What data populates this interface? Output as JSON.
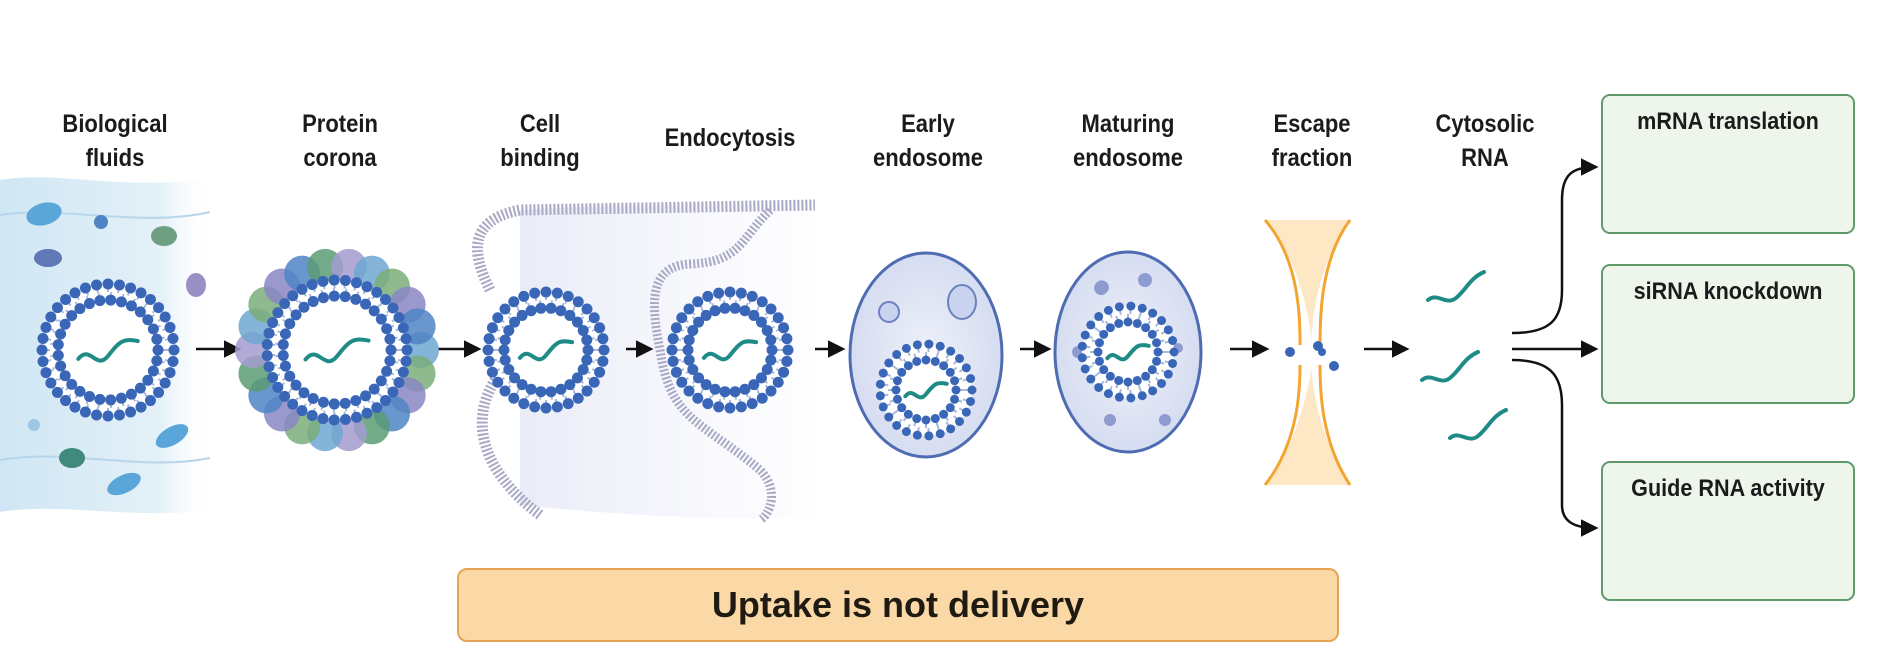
{
  "stages": [
    {
      "key": "biological-fluids",
      "label": "Biological\nfluids"
    },
    {
      "key": "protein-corona",
      "label": "Protein\ncorona"
    },
    {
      "key": "cell-binding",
      "label": "Cell\nbinding"
    },
    {
      "key": "endocytosis",
      "label": "Endocytosis"
    },
    {
      "key": "early-endosome",
      "label": "Early\nendosome"
    },
    {
      "key": "maturing-endosome",
      "label": "Maturing\nendosome"
    },
    {
      "key": "escape-fraction",
      "label": "Escape\nfraction"
    },
    {
      "key": "cytosolic-rna",
      "label": "Cytosolic\nRNA"
    }
  ],
  "outcomes": [
    {
      "key": "mrna-translation",
      "title": "mRNA translation"
    },
    {
      "key": "sirna-knockdown",
      "title": "siRNA knockdown"
    },
    {
      "key": "guide-rna-activity",
      "title": "Guide RNA activity"
    }
  ],
  "banner": {
    "text": "Uptake is not delivery"
  },
  "colors": {
    "lipid_head": "#3a66b8",
    "lipid_tail": "#aab8d8",
    "rna": "#1f8b86",
    "endosome": "#dfe4f5",
    "escape": "#f3a531",
    "outcome_border": "#5f9a6b",
    "banner_fill": "#fbd9a6"
  }
}
